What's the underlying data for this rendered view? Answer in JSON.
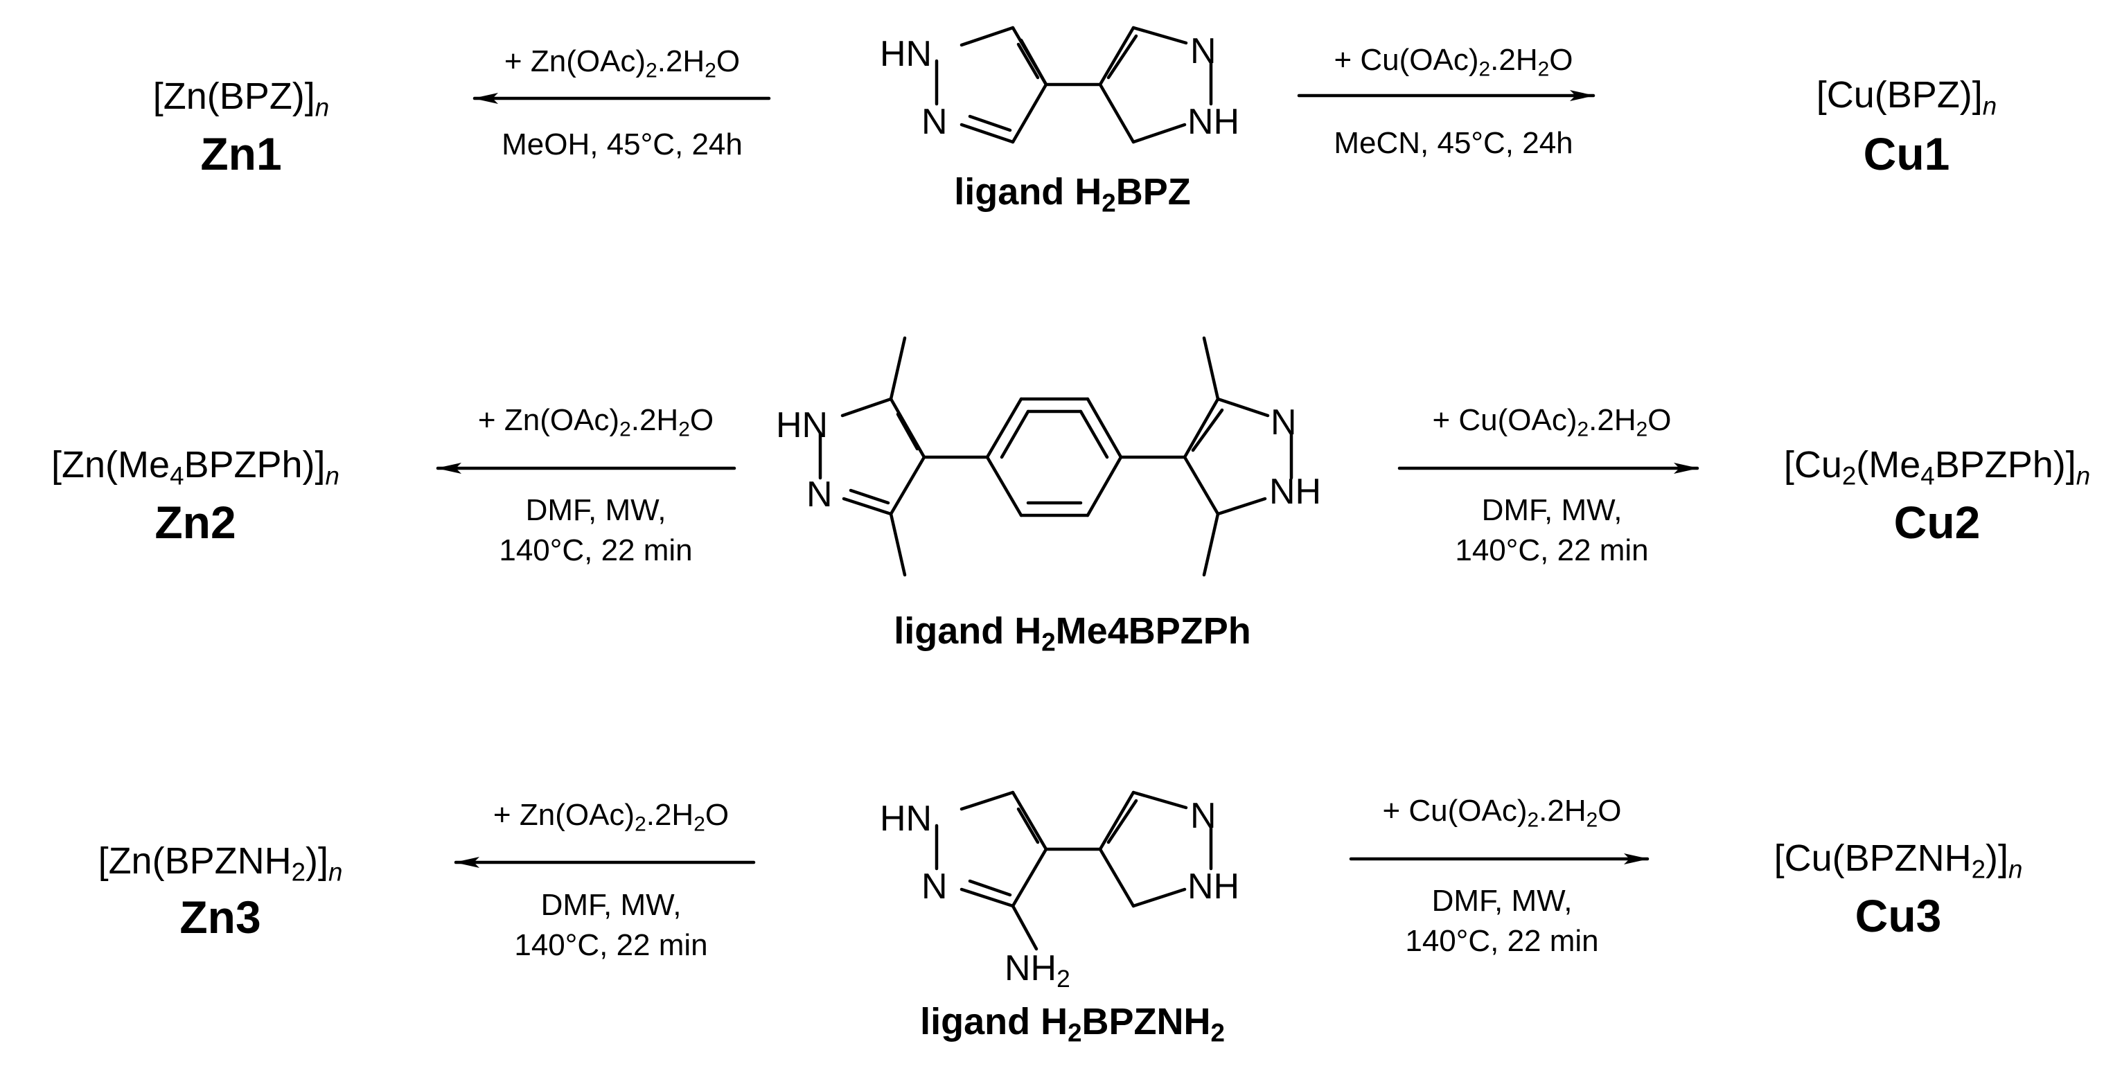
{
  "rows": [
    {
      "ligand": {
        "main": "ligand H",
        "sub": "2",
        "rest": "BPZ"
      },
      "ligand_atoms": {
        "hn_left": "HN",
        "n_left": "N",
        "n_right": "N",
        "nh_right": "NH"
      },
      "zn": {
        "product_prefix": "[Zn(BPZ)]",
        "product_subscript": "n",
        "product_code": "Zn1",
        "reagent": "+ Zn(OAc)",
        "reagent_sub1": "2",
        "reagent_mid": ".2H",
        "reagent_sub2": "2",
        "reagent_end": "O",
        "conditions_line1": "MeOH, 45°C, 24h",
        "conditions_line2": ""
      },
      "cu": {
        "product_prefix": "[Cu(BPZ)]",
        "product_subscript": "n",
        "product_code": "Cu1",
        "reagent": "+ Cu(OAc)",
        "reagent_sub1": "2",
        "reagent_mid": ".2H",
        "reagent_sub2": "2",
        "reagent_end": "O",
        "conditions_line1": "MeCN, 45°C, 24h",
        "conditions_line2": ""
      }
    },
    {
      "ligand": {
        "main": "ligand H",
        "sub": "2",
        "rest": "Me4BPZPh"
      },
      "ligand_atoms": {
        "hn_left": "HN",
        "n_left": "N",
        "n_right": "N",
        "nh_right": "NH"
      },
      "zn": {
        "product_a": "[Zn(Me",
        "product_a_sub": "4",
        "product_b": "BPZPh)]",
        "product_subscript": "n",
        "product_code": "Zn2",
        "reagent": "+ Zn(OAc)",
        "reagent_sub1": "2",
        "reagent_mid": ".2H",
        "reagent_sub2": "2",
        "reagent_end": "O",
        "conditions_line1": "DMF, MW,",
        "conditions_line2": "140°C, 22 min"
      },
      "cu": {
        "product_a": "[Cu",
        "product_a_sub": "2",
        "product_b": "(Me",
        "product_b_sub": "4",
        "product_c": "BPZPh)]",
        "product_subscript": "n",
        "product_code": "Cu2",
        "reagent": "+ Cu(OAc)",
        "reagent_sub1": "2",
        "reagent_mid": ".2H",
        "reagent_sub2": "2",
        "reagent_end": "O",
        "conditions_line1": "DMF, MW,",
        "conditions_line2": "140°C, 22 min"
      }
    },
    {
      "ligand": {
        "main": "ligand H",
        "sub": "2",
        "rest": "BPZNH",
        "sub2": "2"
      },
      "ligand_atoms": {
        "hn_left": "HN",
        "n_left": "N",
        "n_right": "N",
        "nh_right": "NH",
        "nh2_main": "NH",
        "nh2_sub": "2"
      },
      "zn": {
        "product_a": "[Zn(BPZNH",
        "product_a_sub": "2",
        "product_b": ")]",
        "product_subscript": "n",
        "product_code": "Zn3",
        "reagent": "+ Zn(OAc)",
        "reagent_sub1": "2",
        "reagent_mid": ".2H",
        "reagent_sub2": "2",
        "reagent_end": "O",
        "conditions_line1": "DMF, MW,",
        "conditions_line2": "140°C, 22 min"
      },
      "cu": {
        "product_a": "[Cu(BPZNH",
        "product_a_sub": "2",
        "product_b": ")]",
        "product_subscript": "n",
        "product_code": "Cu3",
        "reagent": "+ Cu(OAc)",
        "reagent_sub1": "2",
        "reagent_mid": ".2H",
        "reagent_sub2": "2",
        "reagent_end": "O",
        "conditions_line1": "DMF, MW,",
        "conditions_line2": "140°C, 22 min"
      }
    }
  ]
}
